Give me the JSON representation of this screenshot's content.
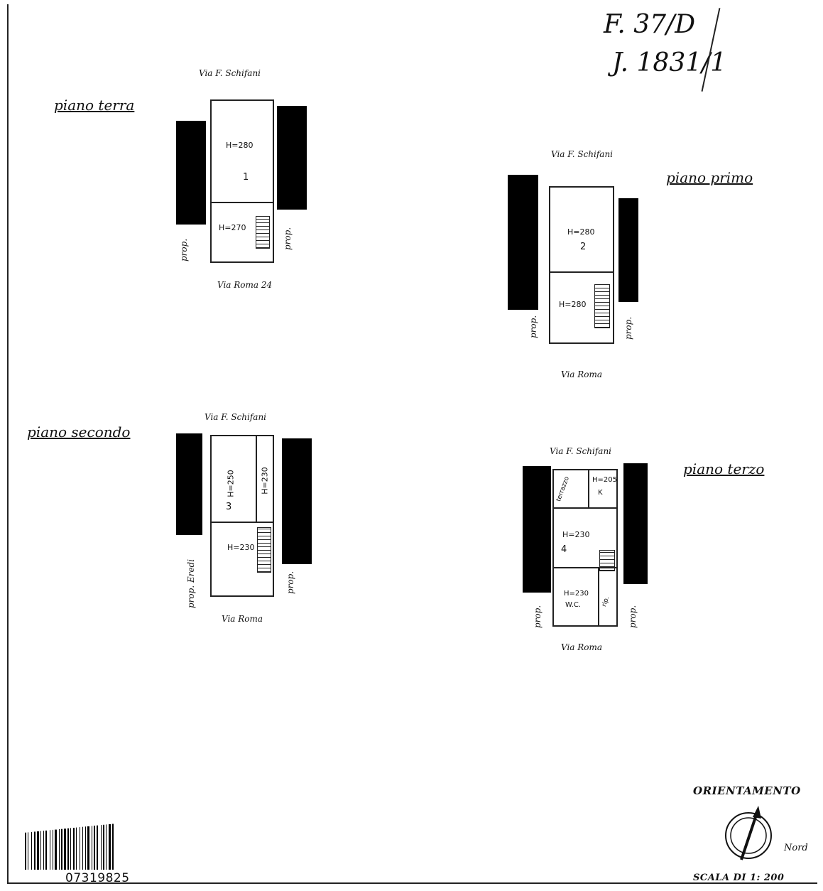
{
  "header": {
    "ref_line1": "F. 37/D",
    "ref_line2": "J. 1831/1"
  },
  "plans": {
    "tl": {
      "title": "piano terra",
      "top_street": "Via F. Schifani",
      "bottom_street": "Via Roma 24",
      "side_left": "prop.",
      "side_right": "prop.",
      "room_upper": "H=280",
      "room_upper_num": "1",
      "room_lower": "H=270"
    },
    "tr": {
      "title": "piano primo",
      "top_street": "Via F. Schifani",
      "bottom_street": "Via Roma",
      "side_left": "prop.",
      "side_right": "prop.",
      "room_upper": "H=280",
      "room_upper_num": "2",
      "room_lower": "H=280"
    },
    "bl": {
      "title": "piano secondo",
      "top_street": "Via F. Schifani",
      "bottom_street": "Via Roma",
      "side_left": "prop. Eredi",
      "side_right": "prop.",
      "room_upper": "H=250",
      "room_upper_side": "H=230",
      "room_upper_num": "3",
      "room_lower": "H=230"
    },
    "br": {
      "title": "piano terzo",
      "top_street": "Via F. Schifani",
      "bottom_street": "Via Roma",
      "side_left": "prop.",
      "side_right": "prop.",
      "room_top_small": "H=205",
      "room_top_small_k": "K",
      "room_top_left": "terrazzo",
      "room_mid": "H=230",
      "room_mid_num": "4",
      "room_low": "H=230",
      "room_low_wc": "W.C.",
      "room_low_side": "rip."
    }
  },
  "compass": {
    "title": "ORIENTAMENTO",
    "north": "Nord",
    "scale": "SCALA DI 1: 200"
  },
  "barcode": {
    "number": "07319825"
  }
}
